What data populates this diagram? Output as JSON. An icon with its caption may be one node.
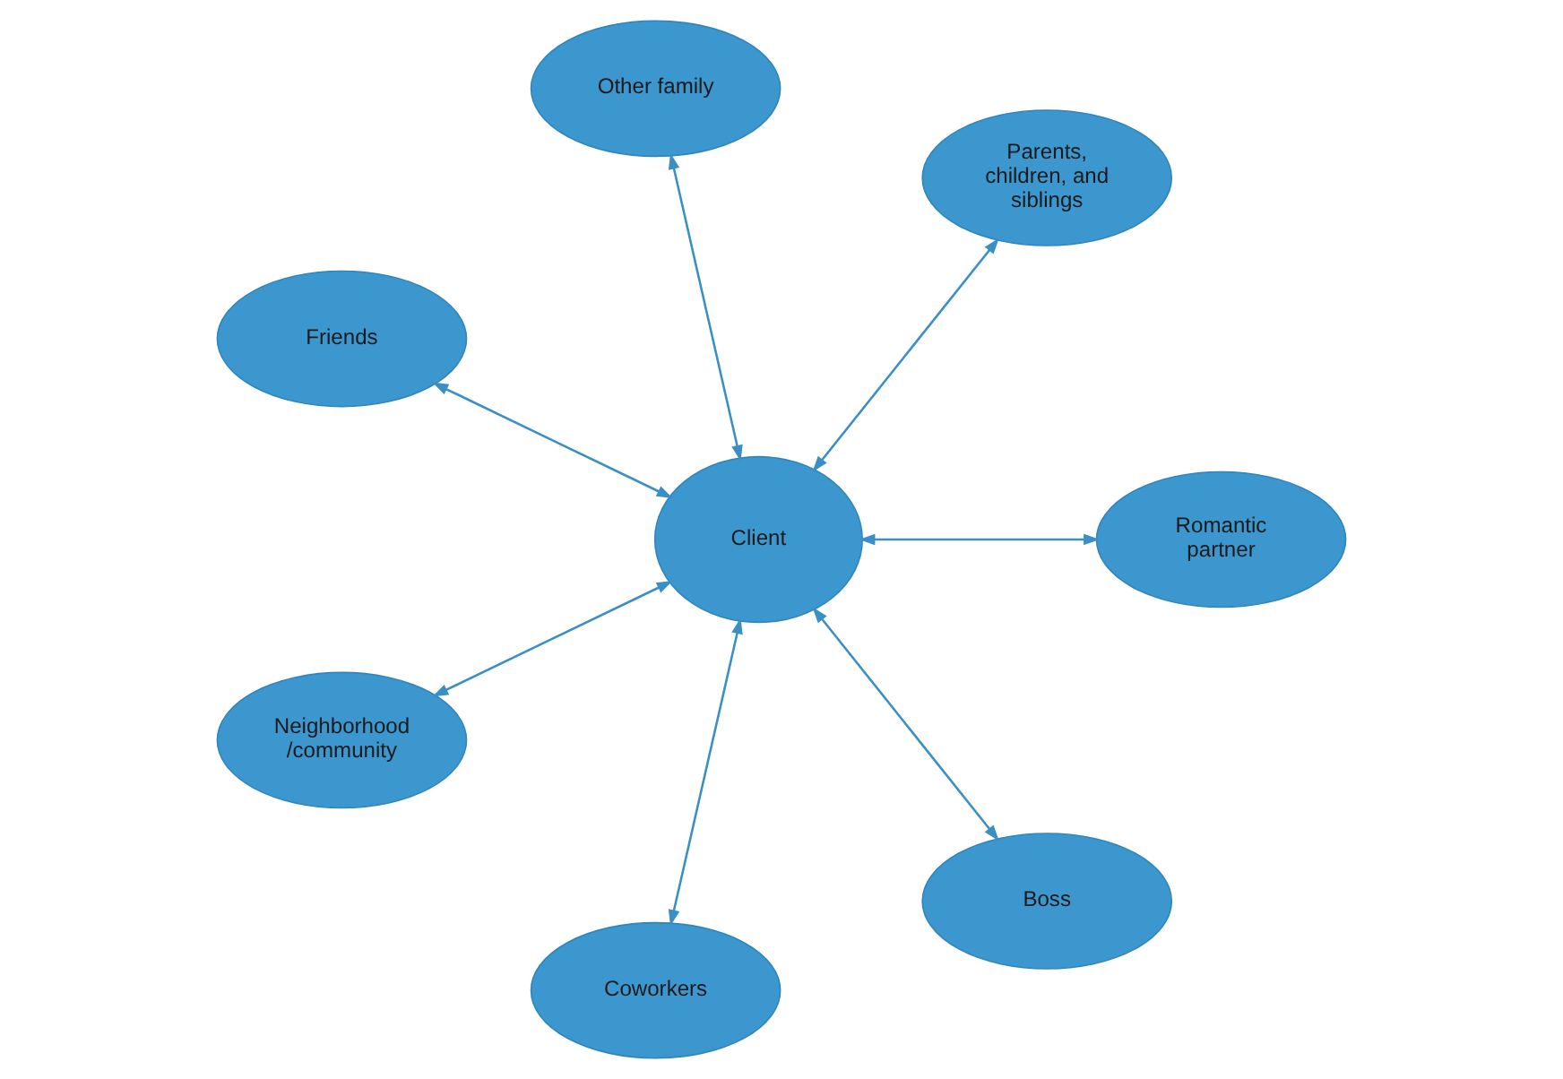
{
  "diagram": {
    "nodes": [
      {
        "text": [
          "Client"
        ]
      },
      {
        "text": [
          "Romantic partner"
        ]
      },
      {
        "text": [
          "Parents, children, and siblings"
        ]
      },
      {
        "text": [
          "Other family"
        ]
      },
      {
        "text": [
          "Friends"
        ]
      },
      {
        "text": [
          "Neighborhood /community"
        ]
      },
      {
        "text": [
          "Coworkers"
        ]
      },
      {
        "text": [
          "Boss"
        ]
      }
    ],
    "edges": [
      {
        "from": 0,
        "to": 1,
        "arrow": "both"
      },
      {
        "from": 0,
        "to": 2,
        "arrow": "both"
      },
      {
        "from": 0,
        "to": 3,
        "arrow": "both"
      },
      {
        "from": 0,
        "to": 4,
        "arrow": "both"
      },
      {
        "from": 0,
        "to": 5,
        "arrow": "both"
      },
      {
        "from": 0,
        "to": 6,
        "arrow": "both"
      },
      {
        "from": 0,
        "to": 7,
        "arrow": "both"
      }
    ]
  }
}
